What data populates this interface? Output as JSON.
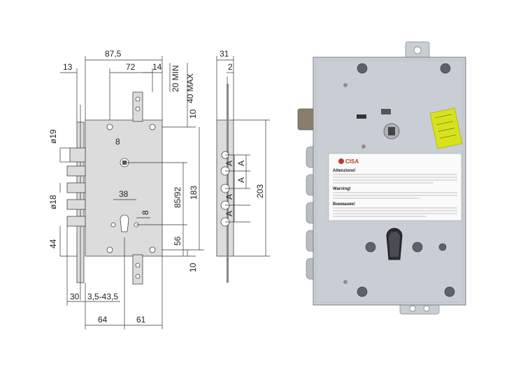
{
  "technical_drawing": {
    "front_view": {
      "dimensions": {
        "d_87_5": "87,5",
        "d_72": "72",
        "d_14": "14",
        "d_13": "13",
        "d_20min": "20 MIN",
        "d_40max": "40 MAX",
        "d_10_top": "10",
        "d_phi19": "ø19",
        "d_8_top": "8",
        "d_phi18": "ø18",
        "d_38": "38",
        "d_8_mid": "8",
        "d_85_92": "85/92",
        "d_183": "183",
        "d_56": "56",
        "d_44": "44",
        "d_10_bottom": "10",
        "d_30": "30",
        "d_3_5_43_5": "3,5-43,5",
        "d_64": "64",
        "d_61": "61"
      }
    },
    "side_view": {
      "dimensions": {
        "d_31": "31",
        "d_2": "2",
        "d_203": "203",
        "d_a1": "A",
        "d_a2": "A",
        "d_a3": "A",
        "d_a4": "A",
        "d_a5": "A"
      }
    }
  },
  "product_photo": {
    "label_brand": "CISA",
    "label_sections": {
      "s1_title": "Attenzione!",
      "s2_title": "Warning!",
      "s3_title": "Внимание!"
    }
  },
  "colors": {
    "plate_gray": "#dcdcdc",
    "steel_photo": "#c9ced4",
    "sticker_yellow": "#d8e21a",
    "brand_red": "#c0392b"
  }
}
